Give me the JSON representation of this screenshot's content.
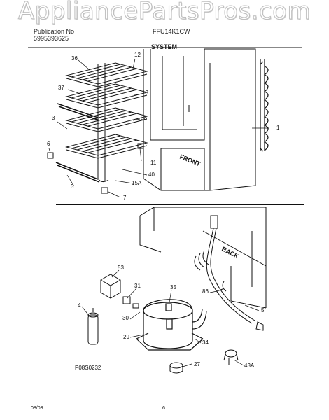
{
  "watermark": "AppliancePartsPros.com",
  "header": {
    "publication_label": "Publication No",
    "publication_number": "5995393625",
    "model": "FFU14K1CW",
    "section": "SYSTEM"
  },
  "callouts": {
    "c36": "36",
    "c12": "12",
    "c37": "37",
    "c13": "13",
    "c38": "38",
    "c3a": "3",
    "c1": "1",
    "c6": "6",
    "c11": "11",
    "c40": "40",
    "c15a": "15A",
    "c3b": "3",
    "c7": "7",
    "c53": "53",
    "c31": "31",
    "c35": "35",
    "c86": "86",
    "c4": "4",
    "c30": "30",
    "c5": "5",
    "c29": "29",
    "c34": "34",
    "c27": "27",
    "c43a": "43A"
  },
  "labels": {
    "front": "FRONT",
    "back": "BACK"
  },
  "figure_code": "P08S0232",
  "footer": {
    "date": "08/03",
    "page": "6"
  }
}
